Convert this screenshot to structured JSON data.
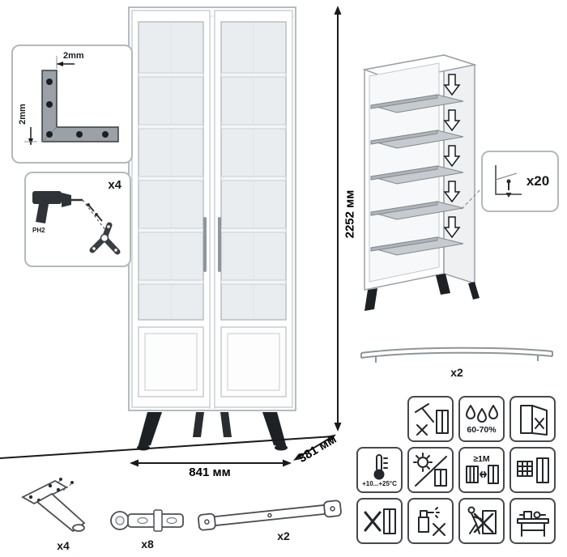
{
  "dimensions": {
    "height": "2252 мм",
    "width": "841 мм",
    "depth": "381 мм"
  },
  "corner_detail": {
    "gap_top": "2mm",
    "gap_side": "2mm"
  },
  "drill_detail": {
    "count": "x4",
    "bit_label": "PH2"
  },
  "shelf_pin_detail": {
    "count": "x20"
  },
  "rail_detail": {
    "count": "x2"
  },
  "parts": {
    "leg": "x4",
    "hinge": "x8",
    "brace": "x2"
  },
  "care": {
    "humidity": "60-70%",
    "temperature": "+10...+25°C",
    "distance": "≥1M"
  },
  "colors": {
    "line": "#1a1a1a",
    "cabinet_stroke": "#b6bcc0",
    "shelf_fill": "#c6cbcf",
    "leg_fill": "#1e2124",
    "bracket_fill": "#9aa1a7"
  },
  "icons": {
    "no-abrasive-cleaning-icon": "squeegee-with-x-and-cabinet",
    "humidity-icon": "three-water-drops",
    "open-door-warning-icon": "open-door-with-x",
    "temperature-icon": "thermometer",
    "avoid-sunlight-icon": "sun-and-cabinet",
    "heater-distance-icon": "radiator-arrow-cabinet",
    "window-placement-icon": "mesh-and-cabinet",
    "no-drag-icon": "x-and-cabinet",
    "no-solvent-icon": "spray-bottle-with-x",
    "no-push-loaded-icon": "person-pushing-cabinet-x",
    "assembly-workbench-icon": "workbench-with-clamp"
  }
}
